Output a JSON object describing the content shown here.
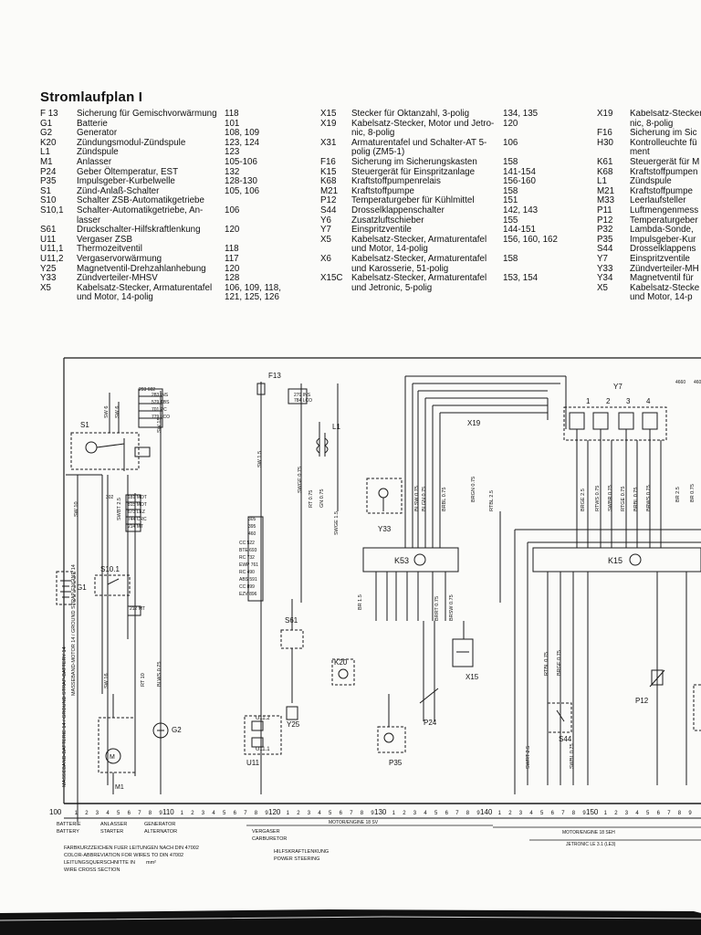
{
  "page": {
    "title": "Stromlaufplan I"
  },
  "legend": {
    "col1": [
      {
        "code": "F 13",
        "desc": "Sicherung für Gemischvorwärmung",
        "pages": "118"
      },
      {
        "code": "G1",
        "desc": "Batterie",
        "pages": "101"
      },
      {
        "code": "G2",
        "desc": "Generator",
        "pages": "108, 109"
      },
      {
        "code": "K20",
        "desc": "Zündungsmodul-Zündspule",
        "pages": "123, 124"
      },
      {
        "code": "L1",
        "desc": "Zündspule",
        "pages": "123"
      },
      {
        "code": "M1",
        "desc": "Anlasser",
        "pages": "105-106"
      },
      {
        "code": "P24",
        "desc": "Geber Öltemperatur, EST",
        "pages": "132"
      },
      {
        "code": "P35",
        "desc": "Impulsgeber-Kurbelwelle",
        "pages": "128-130"
      },
      {
        "code": "S1",
        "desc": "Zünd-Anlaß-Schalter",
        "pages": "105, 106"
      },
      {
        "code": "S10",
        "desc": "Schalter ZSB-Automatikgetriebe",
        "pages": ""
      },
      {
        "code": "S10,1",
        "desc": "Schalter-Automatikgetriebe, An-",
        "pages": "106"
      },
      {
        "code": "",
        "desc": "lasser",
        "pages": ""
      },
      {
        "code": "S61",
        "desc": "Druckschalter-Hilfskraftlenkung",
        "pages": "120"
      },
      {
        "code": "U11",
        "desc": "Vergaser ZSB",
        "pages": ""
      },
      {
        "code": "U11,1",
        "desc": "Thermozeitventil",
        "pages": "118"
      },
      {
        "code": "U11,2",
        "desc": "Vergaservorwärmung",
        "pages": "117"
      },
      {
        "code": "Y25",
        "desc": "Magnetventil-Drehzahlanhebung",
        "pages": "120"
      },
      {
        "code": "Y33",
        "desc": "Zündverteiler-MHSV",
        "pages": "128"
      },
      {
        "code": "X5",
        "desc": "Kabelsatz-Stecker, Armaturentafel",
        "pages": "106, 109, 118,"
      },
      {
        "code": "",
        "desc": "und Motor, 14-polig",
        "pages": "121, 125, 126"
      }
    ],
    "col2": [
      {
        "code": "X15",
        "desc": "Stecker für Oktanzahl, 3-polig",
        "pages": "134, 135"
      },
      {
        "code": "X19",
        "desc": "Kabelsatz-Stecker, Motor und Jetro-",
        "pages": "120"
      },
      {
        "code": "",
        "desc": "nic, 8-polig",
        "pages": ""
      },
      {
        "code": "X31",
        "desc": "Armaturentafel und Schalter-AT 5-",
        "pages": "106"
      },
      {
        "code": "",
        "desc": "polig (ZM5-1)",
        "pages": ""
      },
      {
        "code": "F16",
        "desc": "Sicherung im Sicherungskasten",
        "pages": "158"
      },
      {
        "code": "K15",
        "desc": "Steuergerät für Einspritzanlage",
        "pages": "141-154"
      },
      {
        "code": "K68",
        "desc": "Kraftstoffpumpenrelais",
        "pages": "156-160"
      },
      {
        "code": "M21",
        "desc": "Kraftstoffpumpe",
        "pages": "158"
      },
      {
        "code": "P12",
        "desc": "Temperaturgeber für Kühlmittel",
        "pages": "151"
      },
      {
        "code": "S44",
        "desc": "Drosselklappenschalter",
        "pages": "142, 143"
      },
      {
        "code": "Y6",
        "desc": "Zusatzluftschieber",
        "pages": "155"
      },
      {
        "code": "Y7",
        "desc": "Einspritzventile",
        "pages": "144-151"
      },
      {
        "code": "X5",
        "desc": "Kabelsatz-Stecker, Armaturentafel",
        "pages": "156, 160, 162"
      },
      {
        "code": "",
        "desc": "und Motor, 14-polig",
        "pages": ""
      },
      {
        "code": "X6",
        "desc": "Kabelsatz-Stecker, Armaturentafel",
        "pages": "158"
      },
      {
        "code": "",
        "desc": "und Karosserie, 51-polig",
        "pages": ""
      },
      {
        "code": "X15C",
        "desc": "Kabelsatz-Stecker, Armaturentafel",
        "pages": "153, 154"
      },
      {
        "code": "",
        "desc": "und Jetronic, 5-polig",
        "pages": ""
      }
    ],
    "col3": [
      {
        "code": "X19",
        "desc": "Kabelsatz-Stecker"
      },
      {
        "code": "",
        "desc": "nic, 8-polig"
      },
      {
        "code": "F16",
        "desc": "Sicherung im Sic"
      },
      {
        "code": "H30",
        "desc": "Kontrolleuchte fü"
      },
      {
        "code": "",
        "desc": "ment"
      },
      {
        "code": "K61",
        "desc": "Steuergerät für M"
      },
      {
        "code": "K68",
        "desc": "Kraftstoffpumpen"
      },
      {
        "code": "L1",
        "desc": "Zündspule"
      },
      {
        "code": "M21",
        "desc": "Kraftstoffpumpe"
      },
      {
        "code": "M33",
        "desc": "Leerlaufsteller"
      },
      {
        "code": "P11",
        "desc": "Luftmengenmess"
      },
      {
        "code": "P12",
        "desc": "Temperaturgeber"
      },
      {
        "code": "P32",
        "desc": "Lambda-Sonde,"
      },
      {
        "code": "P35",
        "desc": "Impulsgeber-Kur"
      },
      {
        "code": "S44",
        "desc": "Drosselklappens"
      },
      {
        "code": "Y7",
        "desc": "Einspritzventile"
      },
      {
        "code": "Y33",
        "desc": "Zündverteiler-MH"
      },
      {
        "code": "Y34",
        "desc": "Magnetventil für"
      },
      {
        "code": "X5",
        "desc": "Kabelsatz-Stecke"
      },
      {
        "code": "",
        "desc": "und Motor, 14-p"
      }
    ]
  },
  "diagram": {
    "components": {
      "s1": "S1",
      "g1": "G1",
      "g2": "G2",
      "m1": "M1",
      "s10_1": "S10.1",
      "f13": "F13",
      "l1": "L1",
      "x19": "X19",
      "y33": "Y33",
      "k53": "K53",
      "k20": "K20",
      "s61": "S61",
      "y25": "Y25",
      "u11": "U11",
      "u11_1": "U11.1",
      "u11_2": "U11.2",
      "p35": "P35",
      "p24": "P24",
      "x15": "X15",
      "y7": "Y7",
      "k15": "K15",
      "p12": "P12",
      "s44": "S44",
      "ground": "MASSEBAND-BATTERIE 14 / GROUND STRAP-BATTERY 14",
      "ground2": "MASSEBAND-MOTOR 14 / GROUND STRAP-ENGINE 14"
    },
    "wire_labels": [
      "SW 6",
      "SW 6",
      "SW 15",
      "SW 1.5",
      "SW 10",
      "SWBT 2.5",
      "SW 16",
      "RT 10",
      "BLWS 0.75",
      "SWGE 0.75",
      "RT 0.75",
      "GN 0.75",
      "SWGE 1.5",
      "BR 1.5",
      "BRRT 0.75",
      "BRSW 0.75",
      "BLSW 0.75",
      "BLGN 0.75",
      "BRBL 0.75",
      "BRGN 0.75",
      "RTBL 2.5",
      "BRGE 2.5",
      "RTWS 0.75",
      "SWBR 0.75",
      "RTGE 0.75",
      "BRBL 0.75",
      "BRWS 0.75",
      "BR 2.5",
      "BR 0.75",
      "RTBL 0.75",
      "BRGE 0.75",
      "SWRT 2.5",
      "SWBL 0.75"
    ],
    "connector_labels": [
      "293 602",
      "283 INS",
      "579 ABS",
      "701 PC",
      "779 LCO",
      "279 INS",
      "784 LCO",
      "302",
      "181 MOT",
      "815 MOT",
      "673 LEZ",
      "744 CRC",
      "214 MT",
      "212 MT",
      "305",
      "395",
      "460",
      "CC 522",
      "BTE 693",
      "RC 732",
      "EWP 761",
      "RC 490",
      "ABS 591",
      "CC 899",
      "EZV 896",
      "4660",
      "460 488"
    ],
    "y7_pins": [
      "1",
      "2",
      "3",
      "4"
    ],
    "timeline": {
      "start": "100",
      "marks": [
        "110",
        "120",
        "130",
        "140",
        "150"
      ],
      "captions": [
        {
          "a": "BATTERIE",
          "b": "BATTERY"
        },
        {
          "a": "ANLASSER",
          "b": "STARTER"
        },
        {
          "a": "GENERATOR",
          "b": "ALTERNATOR"
        },
        {
          "a": "VERGASER",
          "b": "CARBURETOR"
        }
      ],
      "band1": "MOTOR/ENGINE 18 SV",
      "band2": "MOTOR/ENGINE 18 SEH",
      "band3": "JETRONIC LE 3.1 (LE3)",
      "band4a": "HILFSKRAFTLENKUNG",
      "band4b": "POWER STEERING",
      "note1": "FARBKURZZEICHEN FUER LEITUNGEN NACH DIN 47002",
      "note2": "COLOR-ABBREVIATION FOR WIRES TO DIN 47002",
      "note3": "LEITUNGSQUERSCHNITTE IN",
      "note3u": "mm²",
      "note4": "WIRE CROSS SECTION"
    }
  }
}
